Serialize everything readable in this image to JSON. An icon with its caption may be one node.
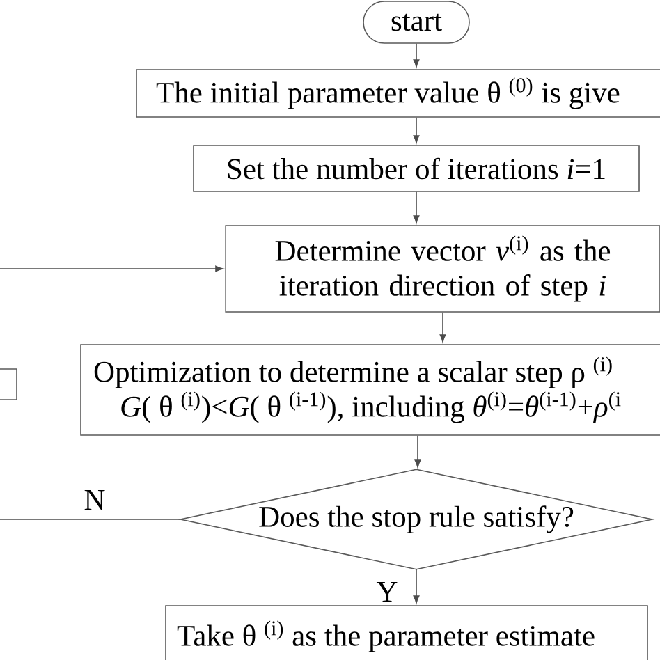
{
  "diagram": {
    "nodes": [
      {
        "text": [
          "start"
        ]
      },
      {
        "text": [
          "The initial parameter value θ $^{(0)}$ is give"
        ]
      },
      {
        "text": [
          "Set the number of iterations *i*=1"
        ]
      },
      {
        "text": [
          "Determine vector *v*$^{(i)}$ as the iteration direction of step *i*"
        ]
      },
      {
        "text": [
          "Optimization to determine a scalar step ρ $^{(i)}$",
          "*G*( θ $^{(i)}$)<*G*( θ $^{(i-1)}$), including *θ*$^{(i)}$=*θ*$^{(i-1)}$+*ρ*$^{(i}$"
        ]
      },
      {
        "text": [],
        "shape": "box"
      },
      {
        "text": [
          "Does the stop rule satisfy?"
        ]
      },
      {
        "text": [
          "Take θ $^{(i)}$ as the parameter estimate"
        ]
      }
    ],
    "edges": [
      {
        "from": 0,
        "to": 1,
        "arrow": "to"
      },
      {
        "from": 1,
        "to": 2,
        "arrow": "to"
      },
      {
        "from": 2,
        "to": 3,
        "arrow": "to"
      },
      {
        "from": 3,
        "to": 4,
        "arrow": "to"
      },
      {
        "from": 4,
        "to": 6,
        "arrow": "to"
      },
      {
        "from": 6,
        "to": 7,
        "arrow": "to",
        "label": "Y"
      },
      {
        "from": 6,
        "to": null,
        "arrow": "none",
        "label": "N"
      },
      {
        "from": null,
        "to": 3,
        "arrow": "to"
      }
    ]
  }
}
